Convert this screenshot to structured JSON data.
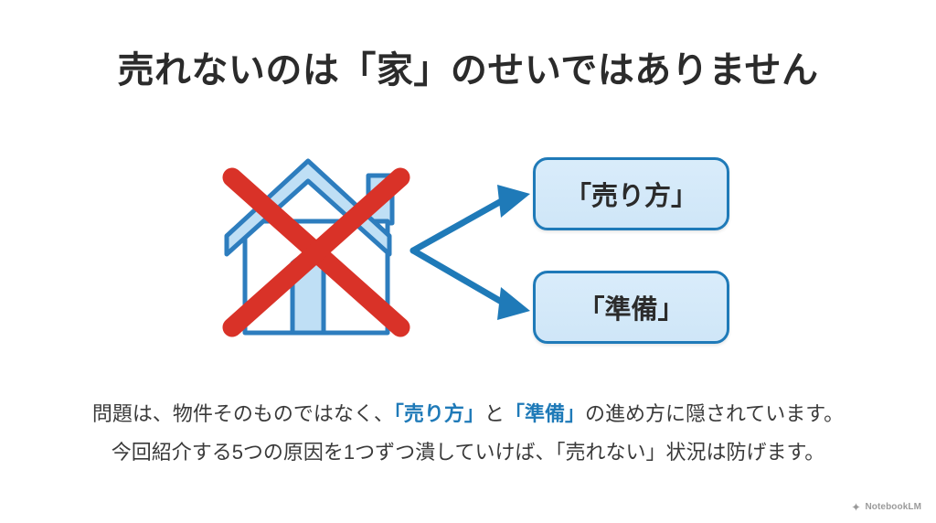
{
  "slide": {
    "background_color": "#ffffff",
    "title": "売れないのは「家」のせいではありません"
  },
  "diagram": {
    "house": {
      "icon_name": "house-icon",
      "fill_color": "#bfdff5",
      "stroke_color": "#2d7dbe",
      "crossed_out": true,
      "cross_color": "#d93228"
    },
    "arrows": {
      "color": "#1f7ab8",
      "count": 2,
      "description": "branching-arrows"
    },
    "boxes": [
      {
        "label": "「売り方」",
        "fill_color": "#d3e8f7",
        "border_color": "#1f7ab8"
      },
      {
        "label": "「準備」",
        "fill_color": "#d3e8f7",
        "border_color": "#1f7ab8"
      }
    ]
  },
  "caption": {
    "line1": {
      "part1": "問題は、物件そのものではなく、",
      "highlight1": "「売り方」",
      "part2": "と",
      "highlight2": "「準備」",
      "part3": "の進め方に隠されています。"
    },
    "line2": {
      "text": "今回紹介する5つの原因を1つずつ潰していけば、「売れない」状況は防げます。"
    },
    "highlight_color": "#1f7ab8"
  },
  "watermark": {
    "icon_name": "notebooklm-icon",
    "label": "NotebookLM"
  }
}
